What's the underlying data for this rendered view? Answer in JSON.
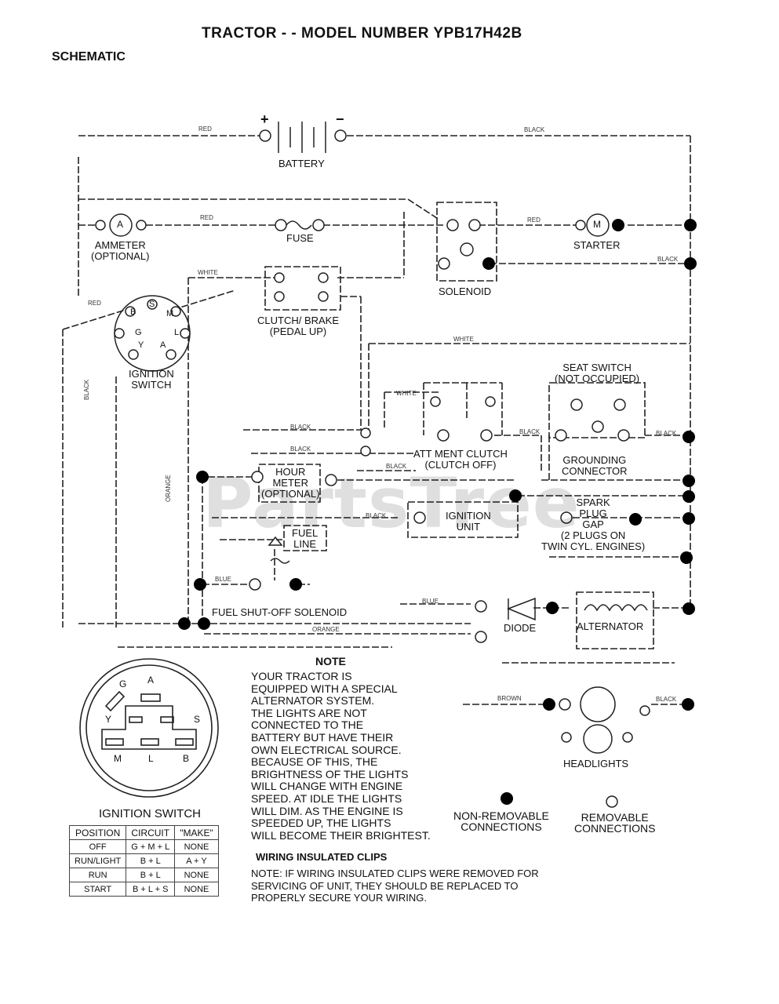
{
  "header": {
    "title": "TRACTOR - - MODEL NUMBER YPB17H42B",
    "section": "SCHEMATIC"
  },
  "components": {
    "battery": "BATTERY",
    "battery_plus": "+",
    "battery_minus": "−",
    "ammeter": [
      "AMMETER",
      "(OPTIONAL)"
    ],
    "ammeter_symbol": "A",
    "fuse": "FUSE",
    "solenoid": "SOLENOID",
    "starter": "STARTER",
    "starter_symbol": "M",
    "clutch_brake": [
      "CLUTCH/ BRAKE",
      "(PEDAL UP)"
    ],
    "ignition_switch": [
      "IGNITION",
      "SWITCH"
    ],
    "seat_switch": [
      "SEAT SWITCH",
      "(NOT OCCUPIED)"
    ],
    "attachment_clutch": [
      "ATT MENT CLUTCH",
      "(CLUTCH OFF)"
    ],
    "grounding_connector": [
      "GROUNDING",
      "CONNECTOR"
    ],
    "hour_meter": [
      "HOUR",
      "METER",
      "(OPTIONAL)"
    ],
    "ignition_unit": [
      "IGNITION",
      "UNIT"
    ],
    "spark_plug_gap": [
      "SPARK",
      "PLUG",
      "GAP",
      "(2 PLUGS ON",
      "TWIN CYL. ENGINES)"
    ],
    "fuel_line": [
      "FUEL",
      "LINE"
    ],
    "fuel_shutoff": "FUEL SHUT-OFF SOLENOID",
    "diode": "DIODE",
    "alternator": "ALTERNATOR",
    "headlights": "HEADLIGHTS"
  },
  "switch_letters": {
    "S": "S",
    "B": "B",
    "M": "M",
    "G": "G",
    "L": "L",
    "Y": "Y",
    "A": "A"
  },
  "wire_colors": {
    "red": "RED",
    "black": "BLACK",
    "white": "WHITE",
    "orange": "ORANGE",
    "blue": "BLUE",
    "brown": "BROWN"
  },
  "note": {
    "heading": "NOTE",
    "lines": [
      "YOUR TRACTOR IS",
      "EQUIPPED WITH A SPECIAL",
      "ALTERNATOR SYSTEM.",
      "THE LIGHTS ARE NOT",
      "CONNECTED TO THE",
      "BATTERY BUT HAVE THEIR",
      "OWN ELECTRICAL SOURCE.",
      "BECAUSE OF THIS, THE",
      "BRIGHTNESS OF THE LIGHTS",
      "WILL CHANGE WITH ENGINE",
      "SPEED. AT IDLE THE LIGHTS",
      "WILL DIM. AS THE ENGINE IS",
      "SPEEDED UP, THE LIGHTS",
      "WILL BECOME THEIR BRIGHTEST."
    ]
  },
  "legend": {
    "non_removable": [
      "NON-REMOVABLE",
      "CONNECTIONS"
    ],
    "removable": [
      "REMOVABLE",
      "CONNECTIONS"
    ]
  },
  "clips": {
    "heading": "WIRING INSULATED CLIPS",
    "lines": [
      "NOTE: IF WIRING INSULATED CLIPS WERE REMOVED FOR",
      "SERVICING OF UNIT, THEY SHOULD BE REPLACED TO",
      "PROPERLY SECURE YOUR WIRING."
    ]
  },
  "ignition_switch_table": {
    "title": "IGNITION SWITCH",
    "headers": [
      "POSITION",
      "CIRCUIT",
      "\"MAKE\""
    ],
    "rows": [
      [
        "OFF",
        "G + M + L",
        "NONE"
      ],
      [
        "RUN/LIGHT",
        "B + L",
        "A + Y"
      ],
      [
        "RUN",
        "B + L",
        "NONE"
      ],
      [
        "START",
        "B + L + S",
        "NONE"
      ]
    ]
  },
  "switch_face_letters": {
    "G": "G",
    "A": "A",
    "Y": "Y",
    "S": "S",
    "M": "M",
    "L": "L",
    "B": "B"
  },
  "watermark": "PartsTree"
}
